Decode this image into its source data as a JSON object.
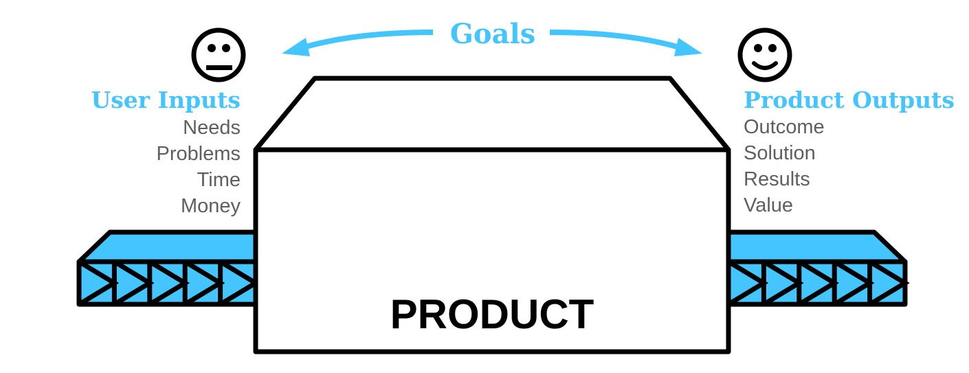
{
  "goals_label": "Goals",
  "inputs": {
    "title": "User Inputs",
    "items": [
      "Needs",
      "Problems",
      "Time",
      "Money"
    ]
  },
  "outputs": {
    "title": "Product Outputs",
    "items": [
      "Outcome",
      "Solution",
      "Results",
      "Value"
    ]
  },
  "product_label": "PRODUCT",
  "colors": {
    "accent": "#45c5fd",
    "text": "#5f5f5f",
    "outline": "#000000"
  },
  "icons": {
    "left_face": "neutral-face-icon",
    "right_face": "smiling-face-icon"
  }
}
